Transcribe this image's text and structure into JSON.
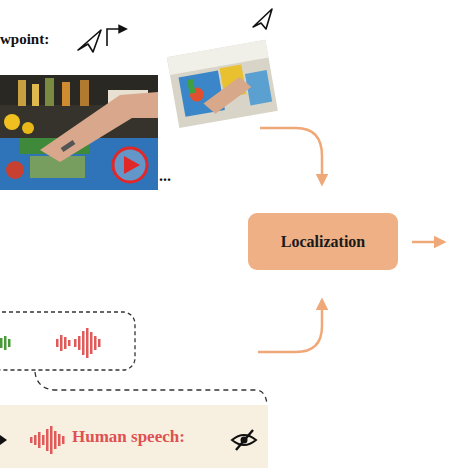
{
  "diagram": {
    "nodes": [
      {
        "text": [
          "Localization"
        ]
      },
      {
        "text": [
          "Human speech:"
        ]
      }
    ],
    "labels": [
      "wpoint:",
      "..."
    ]
  }
}
